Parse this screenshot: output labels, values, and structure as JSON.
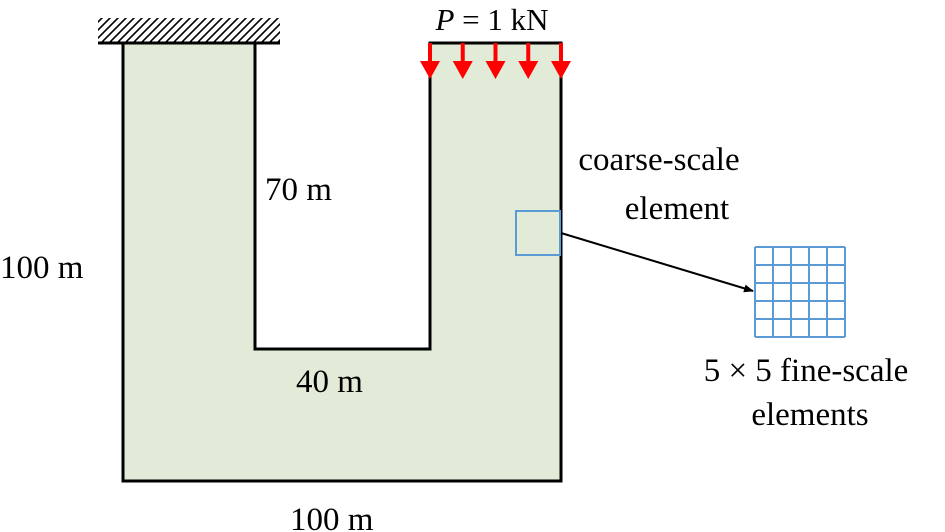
{
  "colors": {
    "domain_fill": "#e2ebd8",
    "outline": "#000000",
    "load_arrow": "#ff0000",
    "element_box": "#5b9bd5"
  },
  "icons": [
    "fixed-support-hatch-icon",
    "load-arrow-icon",
    "connector-arrow-icon"
  ],
  "load": {
    "label_italic": "P",
    "label_rest": " = 1 kN",
    "arrow_count": 5
  },
  "dimensions": {
    "slot_depth": "70 m",
    "left_height": "100 m",
    "slot_width": "40 m",
    "bottom_width": "100 m"
  },
  "callout": {
    "coarse_line1": "coarse-scale",
    "coarse_line2": "element",
    "fine_line1": "5 × 5 fine-scale",
    "fine_line2": "elements",
    "grid_divisions": 5
  }
}
